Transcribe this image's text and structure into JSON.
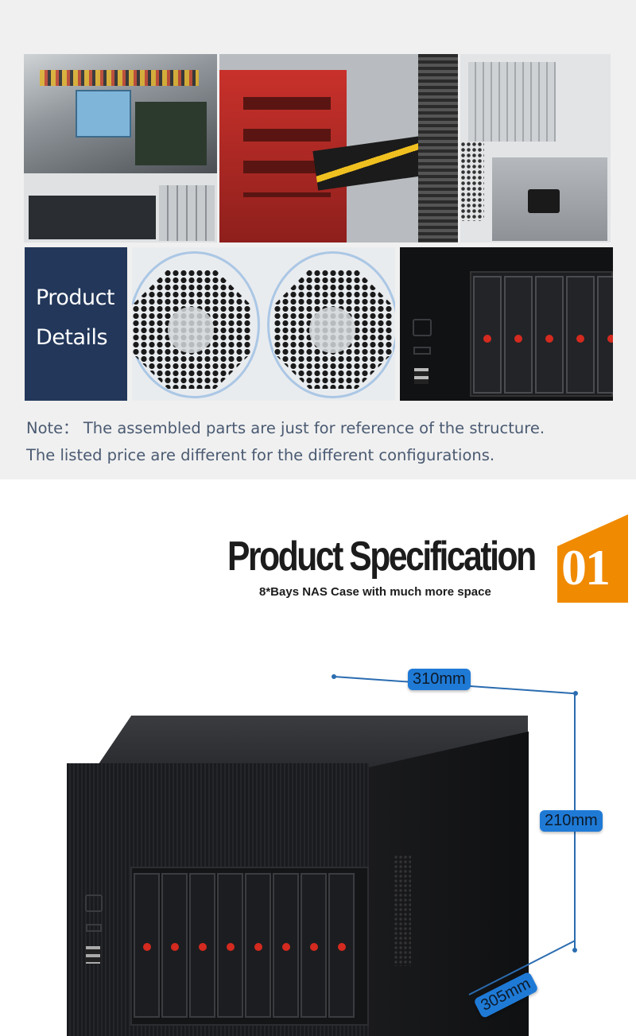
{
  "details": {
    "label_line1": "Product",
    "label_line2": "Details"
  },
  "note": {
    "line1": "Note： The assembled parts are just for reference of the structure.",
    "line2": "The listed price are different for the different configurations."
  },
  "spec": {
    "title": "Product Specification",
    "subtitle": "8*Bays NAS Case with much more space",
    "number": "01"
  },
  "dimensions": {
    "width": "310mm",
    "height": "210mm",
    "depth": "305mm"
  },
  "colors": {
    "label_box": "#22375a",
    "note_text": "#4a5a72",
    "accent_orange": "#f08a00",
    "dimension_blue": "#1f7ad6",
    "drive_led": "#d42a1f"
  }
}
